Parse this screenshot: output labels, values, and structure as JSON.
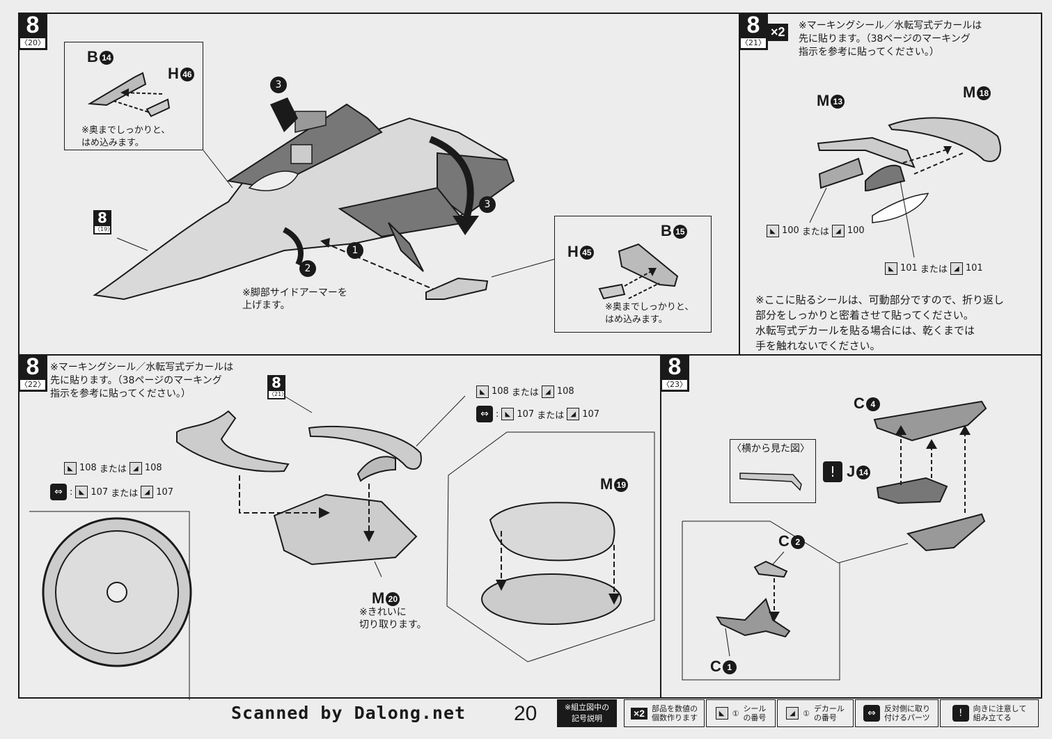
{
  "panels": {
    "p20": {
      "step": "8",
      "sub": "〈20〉",
      "inset_left": {
        "b_label": "B",
        "b_num": "14",
        "h_label": "H",
        "h_num": "46",
        "note": "※奥までしっかりと、\nはめ込みます。"
      },
      "inset_right": {
        "b_label": "B",
        "b_num": "15",
        "h_label": "H",
        "h_num": "45",
        "note": "※奥までしっかりと、\nはめ込みます。"
      },
      "ref_step": "8",
      "ref_sub": "〈19〉",
      "callouts": [
        "3",
        "3",
        "2",
        "1"
      ],
      "leg_note": "※脚部サイドアーマーを\n上げます。"
    },
    "p21": {
      "step": "8",
      "sub": "〈21〉",
      "multiplier": "×2",
      "note": "※マーキングシール／水転写式デカールは\n先に貼ります。（38ページのマーキング\n指示を参考に貼ってください。）",
      "m_left_label": "M",
      "m_left_num": "13",
      "m_right_label": "M",
      "m_right_num": "18",
      "dec1": {
        "seal": "100",
        "or": "または",
        "decal": "100"
      },
      "dec2": {
        "seal": "101",
        "or": "または",
        "decal": "101"
      },
      "bottom_note": "※ここに貼るシールは、可動部分ですので、折り返し\n部分をしっかりと密着させて貼ってください。\n水転写式デカールを貼る場合には、乾くまでは\n手を触れないでください。"
    },
    "p22": {
      "step": "8",
      "sub": "〈22〉",
      "note": "※マーキングシール／水転写式デカールは\n先に貼ります。（38ページのマーキング\n指示を参考に貼ってください。）",
      "ref_step": "8",
      "ref_sub": "〈21〉",
      "dec_top1": {
        "seal": "108",
        "or": "または",
        "decal": "108"
      },
      "dec_top2": {
        "seal": "107",
        "or": "または",
        "decal": "107"
      },
      "dec_left1": {
        "seal": "108",
        "or": "または",
        "decal": "108"
      },
      "dec_left2": {
        "seal": "107",
        "or": "または",
        "decal": "107"
      },
      "m19_label": "M",
      "m19_num": "19",
      "m20_label": "M",
      "m20_num": "20",
      "m20_note": "※きれいに\n切り取ります。"
    },
    "p23": {
      "step": "8",
      "sub": "〈23〉",
      "c4_label": "C",
      "c4_num": "4",
      "side_view": "〈横から見た図〉",
      "j_label": "J",
      "j_num": "14",
      "c2_label": "C",
      "c2_num": "2",
      "c1_label": "C",
      "c1_num": "1"
    }
  },
  "footer": {
    "scanned": "Scanned by Dalong.net",
    "page": "20",
    "legend_title": "※組立図中の\n記号説明",
    "legend": [
      {
        "icon": "×2",
        "text": "部品を数値の\n個数作ります"
      },
      {
        "icon": "seal",
        "num": "①",
        "text": "シール\nの番号"
      },
      {
        "icon": "decal",
        "num": "①",
        "text": "デカール\nの番号"
      },
      {
        "icon": "mirror",
        "text": "反対側に取り\n付けるパーツ"
      },
      {
        "icon": "!",
        "text": "向きに注意して\n組み立てる"
      }
    ]
  }
}
